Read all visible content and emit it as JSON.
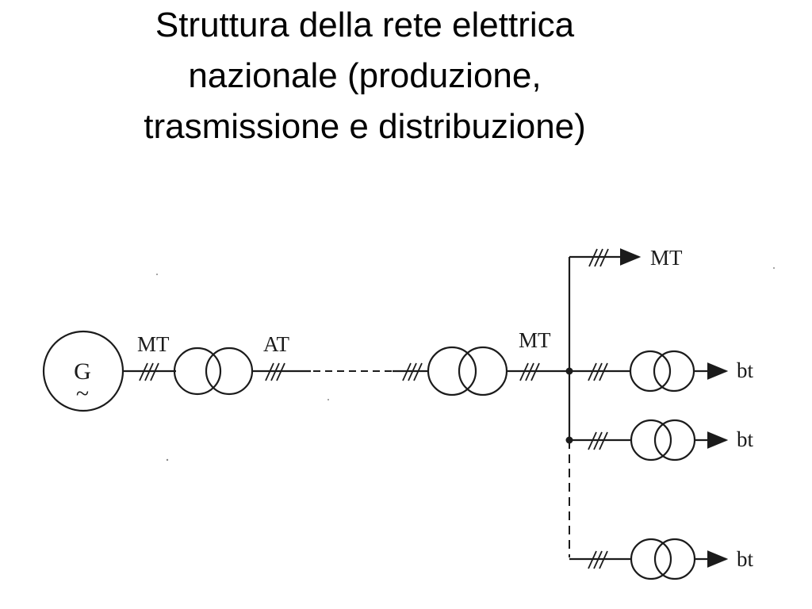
{
  "title": {
    "line1": "Struttura della rete elettrica",
    "line2": "nazionale (produzione,",
    "line3": "trasmissione e distribuzione)"
  },
  "diagram": {
    "generator_label": "G",
    "generator_symbol": "~",
    "labels": {
      "mt_generator": "MT",
      "at_line": "AT",
      "mt_station": "MT",
      "mt_out": "MT",
      "bt_1": "bt",
      "bt_2": "bt",
      "bt_3": "bt"
    },
    "icons": [
      "generator-icon",
      "transformer-icon",
      "arrow-icon",
      "three-phase-tick-icon"
    ]
  }
}
